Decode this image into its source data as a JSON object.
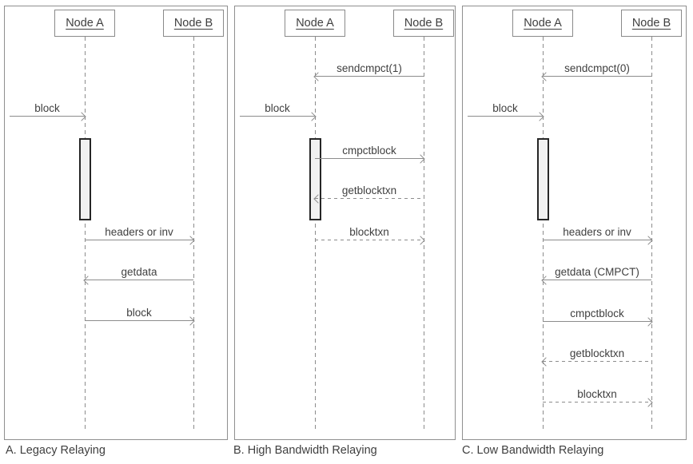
{
  "diagram": {
    "type": "sequence-diagram",
    "colors": {
      "line": "#8c8c8c",
      "text": "#3f3f3f",
      "panel_border": "#8f8f8f",
      "activation_fill": "#f1f1f1",
      "activation_border": "#262626",
      "background": "#ffffff"
    },
    "panels": [
      {
        "caption": "A. Legacy Relaying",
        "node_a": "Node A",
        "node_b": "Node B",
        "external": {
          "label": "block",
          "to": "Node A"
        },
        "messages": [
          {
            "label": "headers or inv",
            "from": "Node A",
            "to": "Node B",
            "line": "solid"
          },
          {
            "label": "getdata",
            "from": "Node B",
            "to": "Node A",
            "line": "solid"
          },
          {
            "label": "block",
            "from": "Node A",
            "to": "Node B",
            "line": "solid"
          }
        ]
      },
      {
        "caption": "B. High Bandwidth Relaying",
        "node_a": "Node A",
        "node_b": "Node B",
        "external": {
          "label": "block",
          "to": "Node A"
        },
        "messages": [
          {
            "label": "sendcmpct(1)",
            "from": "Node B",
            "to": "Node A",
            "line": "solid"
          },
          {
            "label": "cmpctblock",
            "from": "Node A",
            "to": "Node B",
            "line": "solid"
          },
          {
            "label": "getblocktxn",
            "from": "Node B",
            "to": "Node A",
            "line": "dashed"
          },
          {
            "label": "blocktxn",
            "from": "Node A",
            "to": "Node B",
            "line": "dashed"
          }
        ]
      },
      {
        "caption": "C. Low Bandwidth Relaying",
        "node_a": "Node A",
        "node_b": "Node B",
        "external": {
          "label": "block",
          "to": "Node A"
        },
        "messages": [
          {
            "label": "sendcmpct(0)",
            "from": "Node B",
            "to": "Node A",
            "line": "solid"
          },
          {
            "label": "headers or inv",
            "from": "Node A",
            "to": "Node B",
            "line": "solid"
          },
          {
            "label": "getdata (CMPCT)",
            "from": "Node B",
            "to": "Node A",
            "line": "solid"
          },
          {
            "label": "cmpctblock",
            "from": "Node A",
            "to": "Node B",
            "line": "solid"
          },
          {
            "label": "getblocktxn",
            "from": "Node B",
            "to": "Node A",
            "line": "dashed"
          },
          {
            "label": "blocktxn",
            "from": "Node A",
            "to": "Node B",
            "line": "dashed"
          }
        ]
      }
    ]
  }
}
